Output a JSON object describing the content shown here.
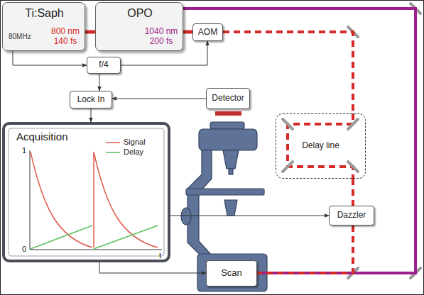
{
  "diagram": {
    "nodes": [
      {
        "text": [
          "Ti:Saph",
          "80MHz",
          "800 nm 140 fs"
        ]
      },
      {
        "text": [
          "OPO",
          "1040 nm 200 fs"
        ]
      },
      {
        "text": [
          "AOM"
        ]
      },
      {
        "text": [
          "f/4"
        ]
      },
      {
        "text": [
          "Lock In"
        ]
      },
      {
        "text": [
          "Detector"
        ]
      },
      {
        "text": [
          "Acquisition"
        ]
      },
      {
        "text": [
          "Delay line"
        ]
      },
      {
        "text": [
          "Dazzler"
        ]
      },
      {
        "text": [
          "Scan"
        ]
      }
    ],
    "edges": [
      {
        "from": 0,
        "to": 1,
        "arrow": "none"
      },
      {
        "from": 1,
        "to": 2,
        "arrow": "none"
      },
      {
        "from": 2,
        "to": 7,
        "arrow": "none"
      },
      {
        "from": 7,
        "to": 8,
        "arrow": "none"
      },
      {
        "from": 8,
        "to": 9,
        "arrow": "none"
      },
      {
        "from": 1,
        "to": 9,
        "arrow": "none"
      },
      {
        "from": 0,
        "to": 3,
        "arrow": "to"
      },
      {
        "from": 3,
        "to": 2,
        "arrow": "to"
      },
      {
        "from": 3,
        "to": 4,
        "arrow": "to"
      },
      {
        "from": 5,
        "to": 4,
        "arrow": "to"
      },
      {
        "from": 4,
        "to": 6,
        "arrow": "to"
      },
      {
        "from": 6,
        "to": 8,
        "arrow": "to"
      },
      {
        "from": 6,
        "to": 9,
        "arrow": "to"
      }
    ],
    "labels": [
      "1",
      "0",
      "t"
    ],
    "legend": [
      {
        "text": "Signal"
      },
      {
        "text": "Delay"
      }
    ]
  }
}
